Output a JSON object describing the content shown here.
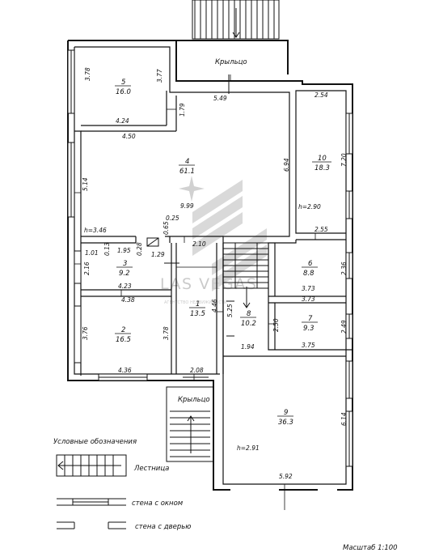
{
  "watermark": {
    "brand": "LAS VEGAS",
    "tagline": "АГЕНТСТВО НЕДВИЖИМОСТИ"
  },
  "porch_labels": {
    "top": "Крыльцо",
    "bottom": "Крыльцо"
  },
  "rooms": [
    {
      "num": "5",
      "area": "16.0"
    },
    {
      "num": "4",
      "area": "61.1"
    },
    {
      "num": "10",
      "area": "18.3"
    },
    {
      "num": "3",
      "area": "9.2"
    },
    {
      "num": "2",
      "area": "16.5"
    },
    {
      "num": "1",
      "area": "13.5"
    },
    {
      "num": "8",
      "area": "10.2"
    },
    {
      "num": "6",
      "area": "8.8"
    },
    {
      "num": "7",
      "area": "9.3"
    },
    {
      "num": "9",
      "area": "36.3"
    }
  ],
  "dimensions": [
    "3.78",
    "3.77",
    "4.24",
    "5.49",
    "1.79",
    "2.54",
    "4.50",
    "6.94",
    "7.20",
    "5.14",
    "9.99",
    "h=2.90",
    "0.25",
    "h=3.46",
    "2.55",
    "0.65",
    "2.10",
    "1.01",
    "0.13",
    "1.95",
    "0.28",
    "1.29",
    "2.16",
    "4.23",
    "2.36",
    "3.73",
    "4.38",
    "3.73",
    "3.76",
    "3.78",
    "4.46",
    "5.25",
    "2.50",
    "2.49",
    "1.94",
    "3.75",
    "4.36",
    "2.08",
    "6.14",
    "h=2.91",
    "5.92"
  ],
  "legend": {
    "title": "Условные обозначения",
    "stairs": "Лестница",
    "window_wall": "стена с окном",
    "door_wall": "стена с дверью"
  },
  "scale": "Масштаб 1:100"
}
